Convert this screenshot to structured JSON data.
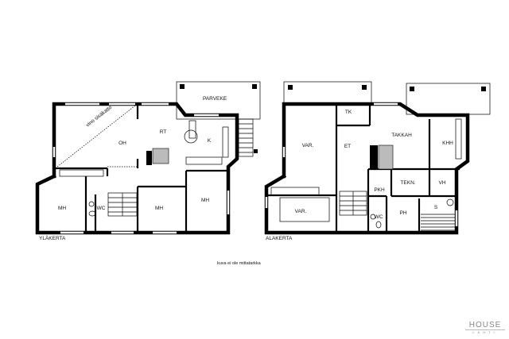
{
  "upper_floor": {
    "title": "YLÄKERTA",
    "rooms": {
      "oh": "OH",
      "rt": "RT",
      "k": "K",
      "parveke": "PARVEKE",
      "mh1": "MH",
      "mh2": "MH",
      "mh3": "MH",
      "wc": "WC"
    },
    "diagonal_note": "vino sisäkatto"
  },
  "lower_floor": {
    "title": "ALAKERTA",
    "rooms": {
      "var1": "VAR.",
      "var2": "VAR.",
      "tk": "TK",
      "et": "ET",
      "takkah": "TAKKAH",
      "khh": "KHH",
      "pkh": "PKH",
      "tekn": "TEKN.",
      "vh": "VH",
      "wc": "WC",
      "ph": "PH",
      "s": "S"
    }
  },
  "footer_note": "kuva ei ole mittatarkka",
  "logo": {
    "line1": "HOUSE",
    "line2": "LAHTI"
  },
  "colors": {
    "wall": "#000000",
    "fireplace": "#bbbbbb",
    "logo": "#888888"
  }
}
